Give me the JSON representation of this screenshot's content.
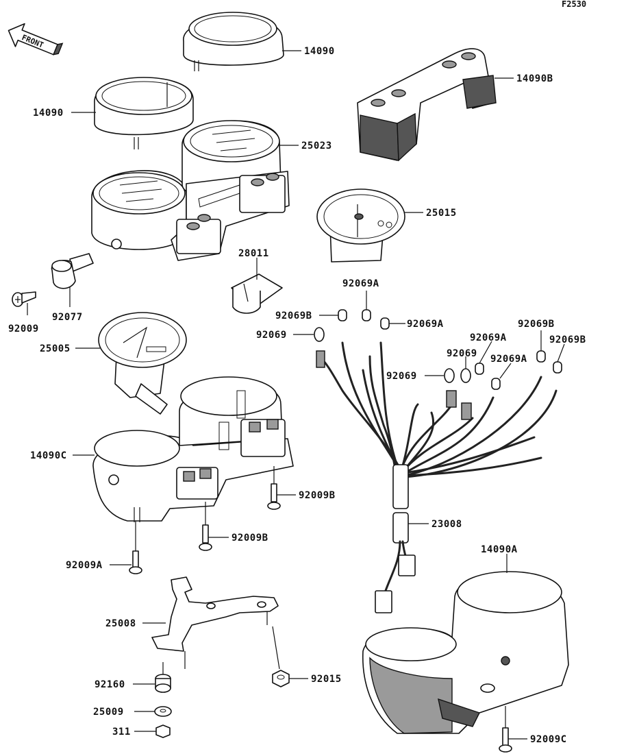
{
  "diagram": {
    "figure_code": "F2530",
    "front_arrow_label": "FRONT",
    "labels": {
      "p14090_top": "14090",
      "p14090_left": "14090",
      "p14090B": "14090B",
      "p25023": "25023",
      "p25015": "25015",
      "p28011": "28011",
      "p92009": "92009",
      "p92077": "92077",
      "p92069A_1": "92069A",
      "p92069B_1": "92069B",
      "p92069A_2": "92069A",
      "p92069_1": "92069",
      "p92069B_2": "92069B",
      "p92069A_3": "92069A",
      "p92069B_3": "92069B",
      "p92069_2": "92069",
      "p92069A_4": "92069A",
      "p92069_3": "92069",
      "p25005": "25005",
      "p14090C": "14090C",
      "p92009B_1": "92009B",
      "p92009B_2": "92009B",
      "p92009A": "92009A",
      "p23008": "23008",
      "p14090A": "14090A",
      "p25008": "25008",
      "p92160": "92160",
      "p92015": "92015",
      "p25009": "25009",
      "p311": "311",
      "p92009C": "92009C"
    }
  }
}
